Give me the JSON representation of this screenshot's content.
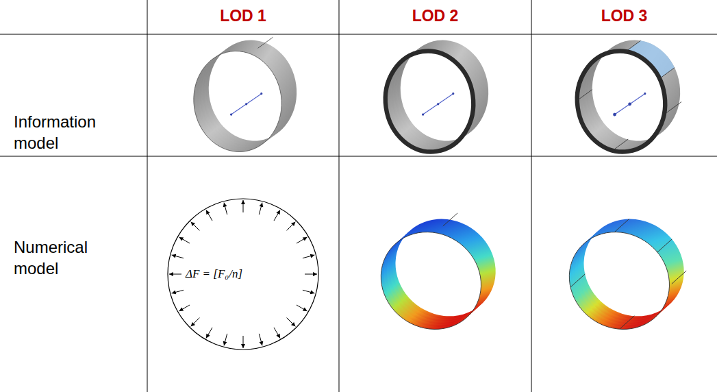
{
  "diagram": {
    "labels": [
      "LOD 1",
      "LOD 2",
      "LOD 3",
      "Information model",
      "Numerical model",
      "ΔF = [F₀/n]"
    ]
  }
}
